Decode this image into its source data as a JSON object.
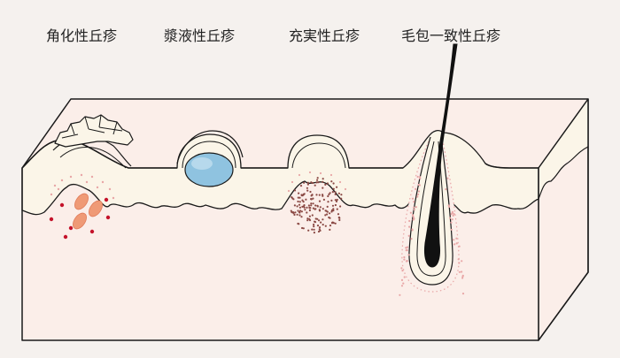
{
  "labels": {
    "keratotic": "角化性丘疹",
    "serous": "漿液性丘疹",
    "solid": "充実性丘疹",
    "follicular": "毛包一致性丘疹"
  },
  "colors": {
    "background": "#f5f1ee",
    "epidermis": "#fbf5e8",
    "dermis": "#fbeee9",
    "outline": "#1a1a1a",
    "vesicle": "#8fc3e0",
    "pink_dots": "#e8a6a6",
    "red_dots": "#c4122a",
    "orange_cells": "#ef9a76",
    "brown_dots": "#8b4a45"
  }
}
